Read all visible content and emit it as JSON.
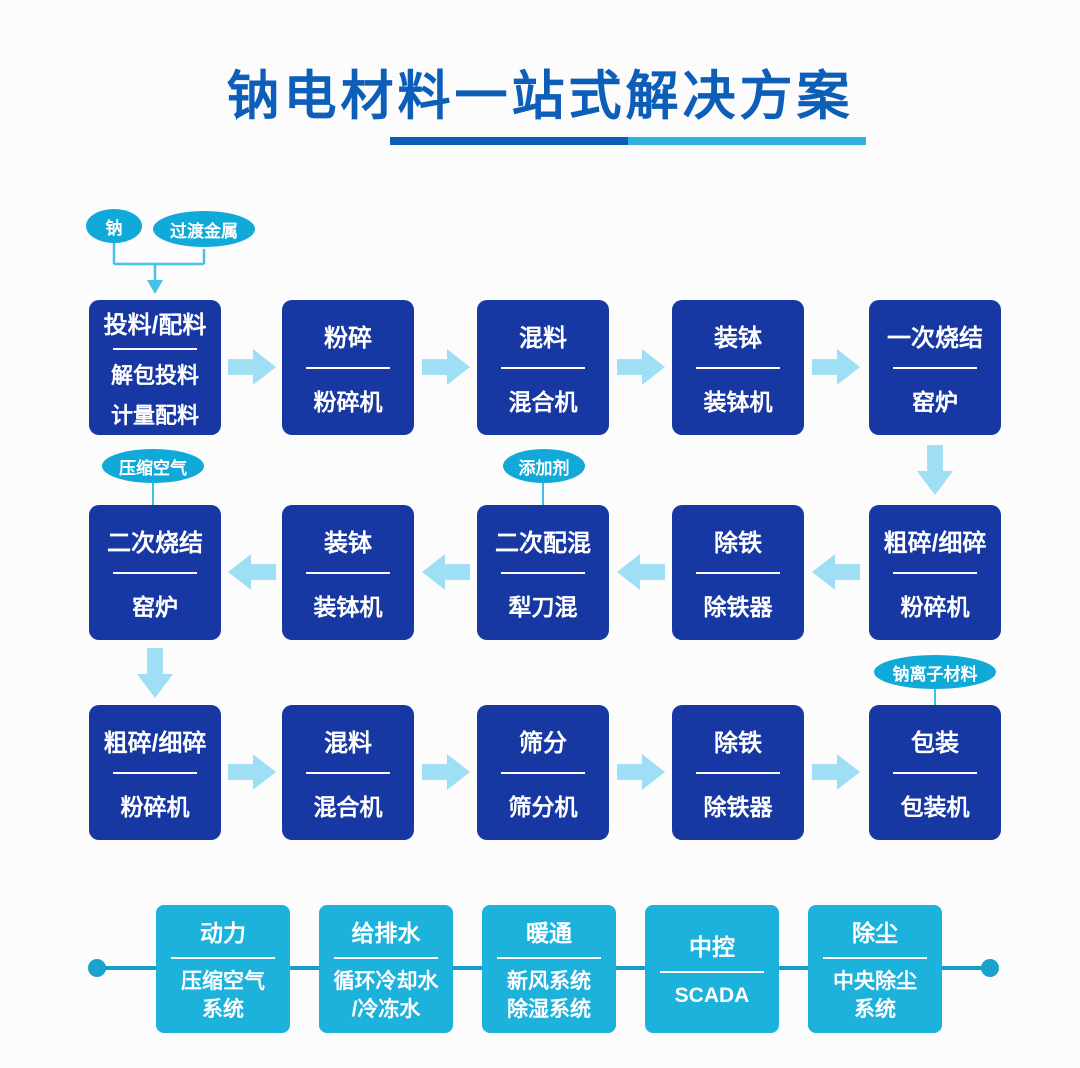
{
  "title": "钠电材料一站式解决方案",
  "sources": {
    "sodium": "钠",
    "transition_metal": "过渡金属"
  },
  "process": {
    "row1": [
      {
        "title": "投料/配料",
        "sub1": "解包投料",
        "sub2": "计量配料"
      },
      {
        "title": "粉碎",
        "sub1": "粉碎机"
      },
      {
        "title": "混料",
        "sub1": "混合机"
      },
      {
        "title": "装钵",
        "sub1": "装钵机"
      },
      {
        "title": "一次烧结",
        "sub1": "窑炉"
      }
    ],
    "row2": [
      {
        "title": "二次烧结",
        "sub1": "窑炉"
      },
      {
        "title": "装钵",
        "sub1": "装钵机"
      },
      {
        "title": "二次配混",
        "sub1": "犁刀混"
      },
      {
        "title": "除铁",
        "sub1": "除铁器"
      },
      {
        "title": "粗碎/细碎",
        "sub1": "粉碎机"
      }
    ],
    "row3": [
      {
        "title": "粗碎/细碎",
        "sub1": "粉碎机"
      },
      {
        "title": "混料",
        "sub1": "混合机"
      },
      {
        "title": "筛分",
        "sub1": "筛分机"
      },
      {
        "title": "除铁",
        "sub1": "除铁器"
      },
      {
        "title": "包装",
        "sub1": "包装机"
      }
    ]
  },
  "annotations": {
    "compressed_air": "压缩空气",
    "additive": "添加剂",
    "sodium_ion_material": "钠离子材料"
  },
  "utilities": [
    {
      "title": "动力",
      "sub1": "压缩空气",
      "sub2": "系统"
    },
    {
      "title": "给排水",
      "sub1": "循环冷却水",
      "sub2": "/冷冻水"
    },
    {
      "title": "暖通",
      "sub1": "新风系统",
      "sub2": "除湿系统"
    },
    {
      "title": "中控",
      "sub1": "SCADA"
    },
    {
      "title": "除尘",
      "sub1": "中央除尘",
      "sub2": "系统"
    }
  ],
  "colors": {
    "title_blue": "#0d5eb8",
    "underline_right": "#2fb0e0",
    "process_box": "#1737a3",
    "arrow": "#9edff5",
    "bubble": "#10a9d8",
    "utility_box": "#1db2dc",
    "utility_line": "#1a9cc8",
    "background": "#fcfcfc"
  }
}
